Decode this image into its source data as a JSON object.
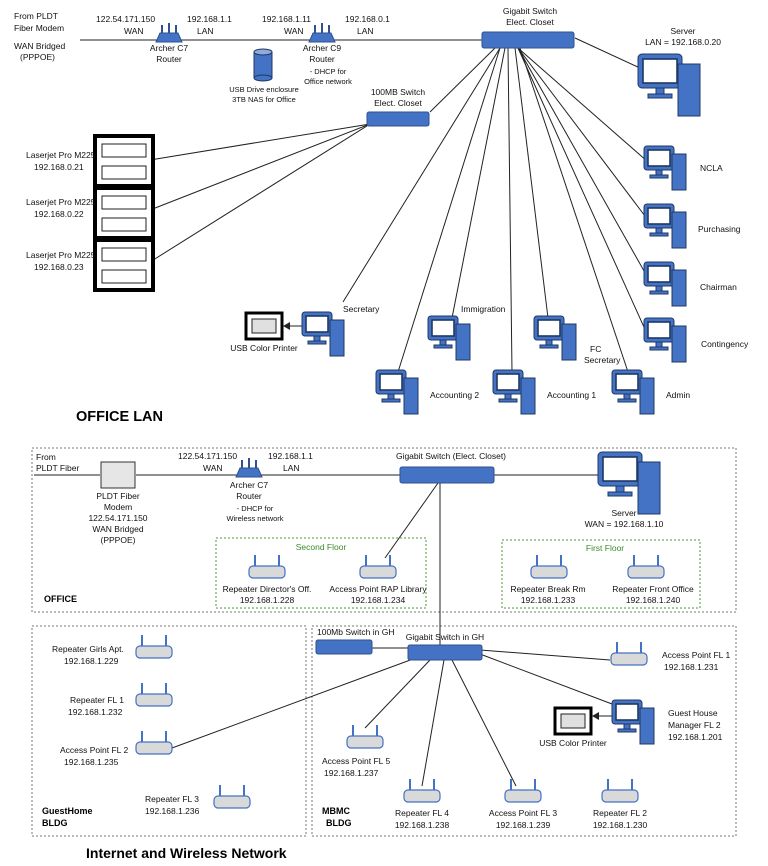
{
  "office_lan": {
    "title": "OFFICE LAN",
    "source": [
      "From PLDT",
      "Fiber Modem",
      "WAN Bridged",
      "(PPPOE)"
    ],
    "router_c7": {
      "wan_ip": "122.54.171.150",
      "wan": "WAN",
      "lan_ip": "192.168.1.1",
      "lan": "LAN",
      "name": [
        "Archer C7",
        "Router"
      ]
    },
    "router_c9": {
      "wan_ip": "192.168.1.11",
      "wan": "WAN",
      "lan_ip": "192.168.0.1",
      "lan": "LAN",
      "name": [
        "Archer C9",
        "Router",
        "- DHCP for",
        "Office network"
      ]
    },
    "nas": [
      "USB Drive enclosure",
      "3TB NAS for Office"
    ],
    "gigabit_switch": [
      "Gigabit Switch",
      "Elect. Closet"
    ],
    "switch_100mb": [
      "100MB Switch",
      "Elect. Closet"
    ],
    "server": [
      "Server",
      "LAN = 192.168.0.20"
    ],
    "printers": [
      {
        "name": "Laserjet Pro M225",
        "ip": "192.168.0.21"
      },
      {
        "name": "Laserjet Pro M225",
        "ip": "192.168.0.22"
      },
      {
        "name": "Laserjet Pro M225",
        "ip": "192.168.0.23"
      }
    ],
    "usb_printer": "USB Color Printer",
    "workstations": {
      "ncla": "NCLA",
      "purchasing": "Purchasing",
      "chairman": "Chairman",
      "contingency": "Contingency",
      "secretary": "Secretary",
      "immigration": "Immigration",
      "fc_secretary": [
        "FC",
        "Secretary"
      ],
      "accounting2": "Accounting 2",
      "accounting1": "Accounting 1",
      "admin": "Admin"
    }
  },
  "wireless": {
    "title": "Internet and Wireless Network",
    "source": [
      "From",
      "PLDT  Fiber"
    ],
    "modem": [
      "PLDT  Fiber",
      "Modem",
      "122.54.171.150",
      "WAN Bridged",
      "(PPPOE)"
    ],
    "router": {
      "wan_ip": "122.54.171.150",
      "wan": "WAN",
      "lan_ip": "192.168.1.1",
      "lan": "LAN",
      "name": [
        "Archer C7",
        "Router",
        "- DHCP for",
        "Wireless network"
      ]
    },
    "switch_office": "Gigabit Switch (Elect. Closet)",
    "server": [
      "Server",
      "WAN = 192.168.1.10"
    ],
    "office_label": "OFFICE",
    "second_floor": {
      "title": "Second Floor",
      "devices": [
        {
          "name": "Repeater Director's Off.",
          "ip": "192.168.1.228"
        },
        {
          "name": "Access Point RAP Library",
          "ip": "192.168.1.234"
        }
      ]
    },
    "first_floor": {
      "title": "First Floor",
      "devices": [
        {
          "name": "Repeater Break Rm",
          "ip": "192.168.1.233"
        },
        {
          "name": "Repeater Front Office",
          "ip": "192.168.1.240"
        }
      ]
    },
    "guesthome": {
      "label": [
        "GuestHome",
        "BLDG"
      ],
      "devices": [
        {
          "name": "Repeater Girls Apt.",
          "ip": "192.168.1.229"
        },
        {
          "name": "Repeater FL 1",
          "ip": "192.168.1.232"
        },
        {
          "name": "Access Point FL 2",
          "ip": "192.168.1.235"
        },
        {
          "name": "Repeater FL 3",
          "ip": "192.168.1.236"
        }
      ]
    },
    "mbmc": {
      "label": [
        "MBMC",
        "BLDG"
      ],
      "switch_100mb": "100Mb Switch in GH",
      "switch_gigabit": "Gigabit Switch in GH",
      "ap_fl1": {
        "name": "Access Point FL 1",
        "ip": "192.168.1.231"
      },
      "manager": [
        "Guest House",
        "Manager FL 2",
        "192.168.1.201"
      ],
      "usb_printer": "USB Color Printer",
      "ap_fl5": {
        "name": "Access Point FL 5",
        "ip": "192.168.1.237"
      },
      "rep_fl4": {
        "name": "Repeater FL 4",
        "ip": "192.168.1.238"
      },
      "ap_fl3": {
        "name": "Access Point FL 3",
        "ip": "192.168.1.239"
      },
      "rep_fl2": {
        "name": "Repeater FL 2",
        "ip": "192.168.1.230"
      }
    }
  }
}
